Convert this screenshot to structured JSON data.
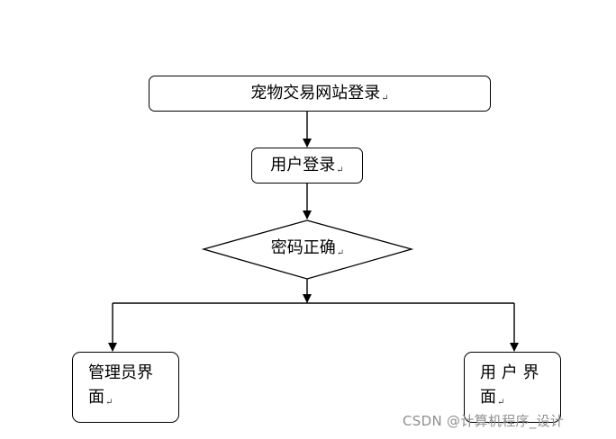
{
  "flowchart": {
    "title_node": "宠物交易网站登录",
    "user_login_node": "用户登录",
    "decision_node": "密码正确",
    "admin_node": {
      "line1": "管理员界",
      "line2": "面"
    },
    "user_ui_node": {
      "line1": "用 户 界",
      "line2": "面"
    },
    "paragraph_mark": "↵"
  },
  "watermark": "CSDN @计算机程序_设计"
}
